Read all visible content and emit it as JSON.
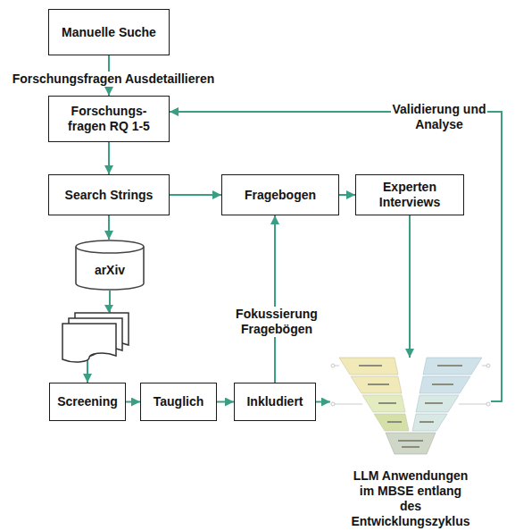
{
  "diagram": {
    "nodes": [
      {
        "text": [
          "Manuelle Suche"
        ]
      },
      {
        "text": [
          "Forschungs- fragen RQ 1-5"
        ]
      },
      {
        "text": [
          "Search Strings"
        ]
      },
      {
        "text": [
          "Fragebogen"
        ]
      },
      {
        "text": [
          "Experten Interviews"
        ]
      },
      {
        "text": [
          "arXiv"
        ]
      },
      {
        "text": [
          "Screening"
        ]
      },
      {
        "text": [
          "Tauglich"
        ]
      },
      {
        "text": [
          "Inkludiert"
        ]
      },
      {
        "text": [
          "LLM Anwendungen im MBSE entlang des Entwicklungszyklus"
        ]
      }
    ],
    "edges": [
      {
        "from": 0,
        "to": 1,
        "arrow": "to",
        "label": "Forschungsfragen Ausdetaillieren"
      },
      {
        "from": 1,
        "to": 2,
        "arrow": "to"
      },
      {
        "from": 2,
        "to": 3,
        "arrow": "to"
      },
      {
        "from": 3,
        "to": 4,
        "arrow": "to"
      },
      {
        "from": 2,
        "to": 5,
        "arrow": "to"
      },
      {
        "from": 5,
        "to": 6,
        "arrow": "to"
      },
      {
        "from": 6,
        "to": 7,
        "arrow": "to"
      },
      {
        "from": 7,
        "to": 8,
        "arrow": "to"
      },
      {
        "from": 8,
        "to": 3,
        "arrow": "to",
        "label": "Fokussierung Fragebögen"
      },
      {
        "from": 8,
        "to": 9,
        "arrow": "to"
      },
      {
        "from": 4,
        "to": 9,
        "arrow": "to"
      },
      {
        "from": 9,
        "to": 1,
        "arrow": "to",
        "label": "Validierung und Analyse"
      }
    ]
  }
}
